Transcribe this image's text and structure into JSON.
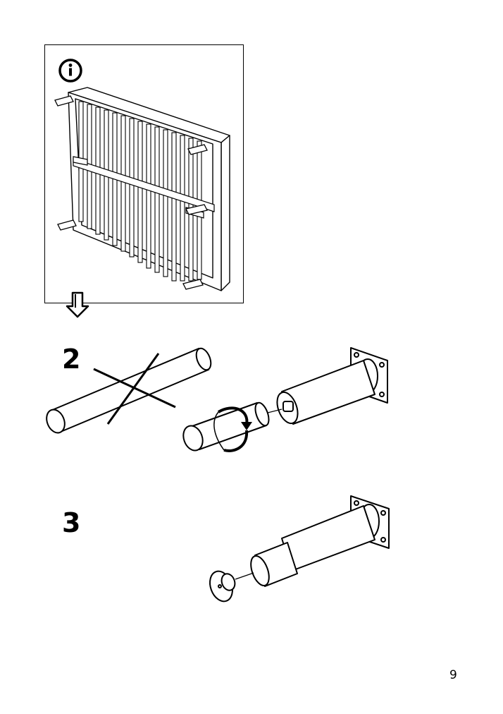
{
  "steps": [
    {
      "number": "2"
    },
    {
      "number": "3"
    }
  ],
  "footer": {
    "page_number": "9"
  },
  "icons": {
    "info": "info-icon",
    "next_arrow": "down-arrow-icon",
    "not_allowed": "cross-out-icon",
    "rotate": "rotate-clockwise-icon"
  }
}
